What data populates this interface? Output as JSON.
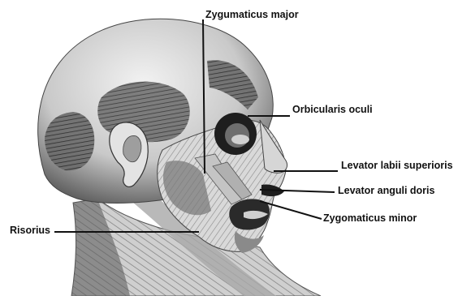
{
  "labels": {
    "zygomaticus_major": "Zygumaticus major",
    "orbicularis_oculi": "Orbicularis oculi",
    "levator_labii_superioris": "Levator labii superioris",
    "levator_anguli_doris": "Levator anguli doris",
    "zygomaticus_minor": "Zygomaticus minor",
    "risorius": "Risorius"
  },
  "colors": {
    "background": "#ffffff",
    "illustration_light": "#e6e6e6",
    "illustration_mid": "#9a9a9a",
    "illustration_dark": "#1c1c1c",
    "leader_line": "#111111"
  }
}
